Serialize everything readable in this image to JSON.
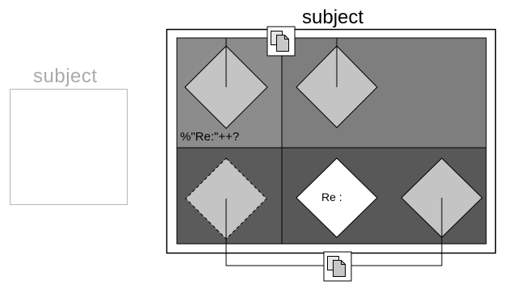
{
  "left_box": {
    "title": "subject"
  },
  "main_box": {
    "title": "subject",
    "colors": {
      "frame": "#000000",
      "top_left": "#8c8c8c",
      "top_right": "#7e7e7e",
      "bottom_left": "#5b5b5b",
      "bottom_right": "#585858",
      "diamond_fill": "#c4c4c4",
      "diamond_white": "#ffffff"
    },
    "expression_label": "%\"Re:\"++?",
    "white_diamond_label": "Re :",
    "icons": {
      "top_connector": "copy-documents-icon",
      "bottom_connector": "copy-documents-icon"
    }
  },
  "left_label_color": "#aaaaaa"
}
